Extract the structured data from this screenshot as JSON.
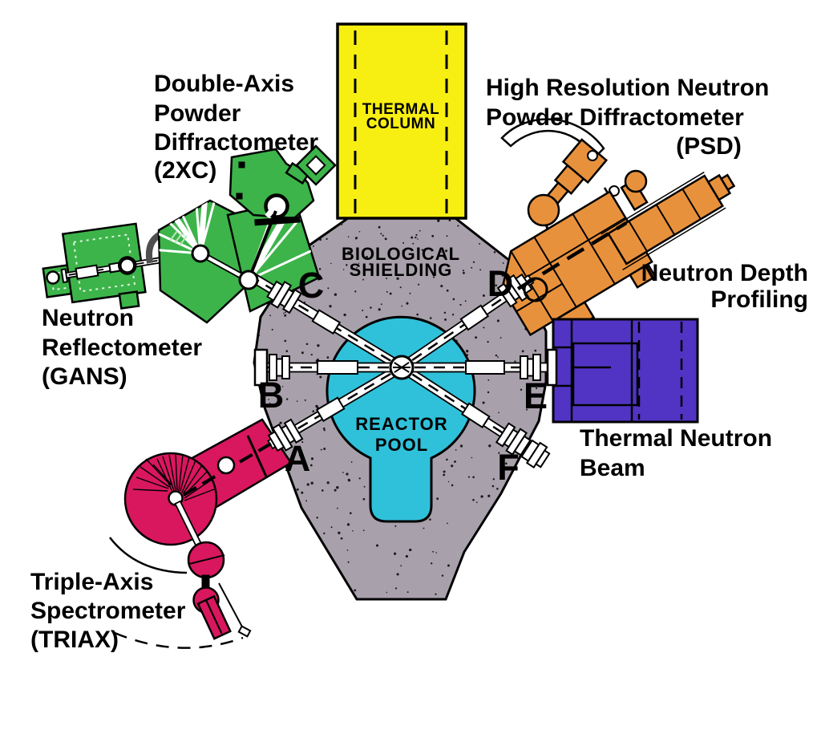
{
  "colors": {
    "shield": "#a8a0ab",
    "pool": "#2fc1da",
    "thermal": "#f8ef12",
    "green": "#3cb44a",
    "orange": "#e8913c",
    "blue": "#5134c4",
    "pink": "#d9175e",
    "text": "#000000"
  },
  "ports": {
    "a": "A",
    "b": "B",
    "c": "C",
    "d": "D",
    "e": "E",
    "f": "F"
  },
  "labels": {
    "thermal_column": {
      "line1": "THERMAL",
      "line2": "COLUMN"
    },
    "biological_shielding": {
      "line1": "BIOLOGICAL",
      "line2": "SHIELDING"
    },
    "reactor_pool": {
      "line1": "REACTOR",
      "line2": "POOL"
    },
    "double_axis": {
      "line1": "Double-Axis",
      "line2": "Powder",
      "line3": "Diffractometer",
      "line4": "(2XC)"
    },
    "high_res": {
      "line1": "High Resolution Neutron",
      "line2": "Powder Diffractometer",
      "line3": "(PSD)"
    },
    "gans": {
      "line1": "Neutron",
      "line2": "Reflectometer",
      "line3": "(GANS)"
    },
    "triax": {
      "line1": "Triple-Axis",
      "line2": "Spectrometer",
      "line3": "(TRIAX)"
    },
    "neutron_depth": {
      "line1": "Neutron Depth",
      "line2": "Profiling"
    },
    "thermal_beam": {
      "line1": "Thermal Neutron",
      "line2": "Beam"
    }
  }
}
